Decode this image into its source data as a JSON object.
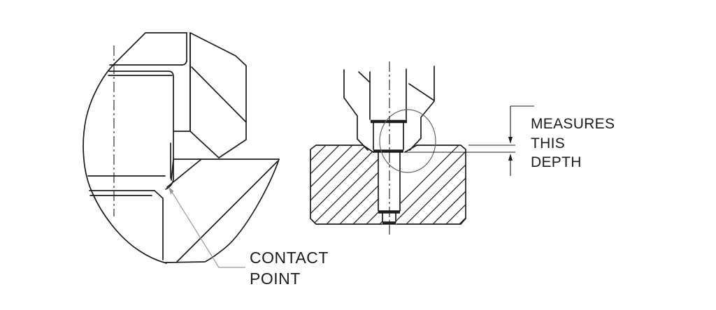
{
  "colors": {
    "bg": "#ffffff",
    "line": "#1c1c1c",
    "leader": "#999999",
    "circle": "#666666"
  },
  "labels": {
    "contact_point": {
      "line1": "CONTACT",
      "line2": "POINT"
    },
    "measures_depth": {
      "line1": "MEASURES",
      "line2": "THIS",
      "line3": "DEPTH"
    }
  }
}
